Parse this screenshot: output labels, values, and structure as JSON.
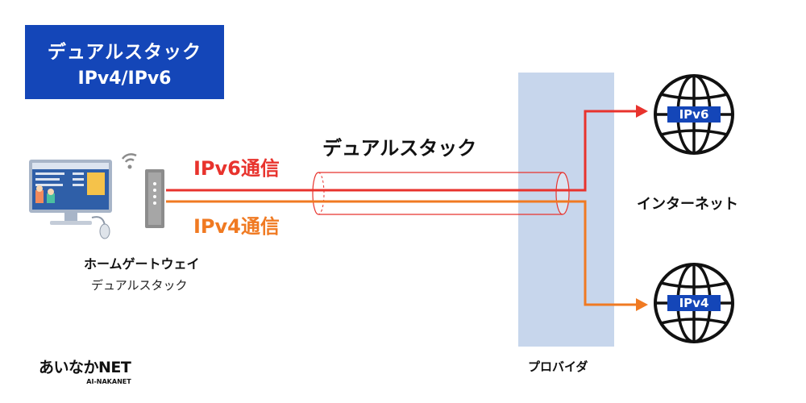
{
  "title": {
    "line1": "デュアルスタック",
    "line2": "IPv4/IPv6"
  },
  "tunnel_label": "デュアルスタック",
  "ipv6_label": "IPv6通信",
  "ipv4_label": "IPv4通信",
  "internet_label": "インターネット",
  "provider_label": "プロバイダ",
  "gateway": {
    "name": "ホームゲートウェイ",
    "mode": "デュアルスタック"
  },
  "globes": {
    "ipv6": "IPv6",
    "ipv4": "IPv4"
  },
  "logo": {
    "brand_prefix": "あいなか",
    "brand_suffix": "NET",
    "sub": "AI-NAKANET"
  },
  "colors": {
    "ipv6": "#e8332d",
    "ipv4": "#f07a22",
    "accent": "#1446b8",
    "provider": "#c7d6ec"
  }
}
